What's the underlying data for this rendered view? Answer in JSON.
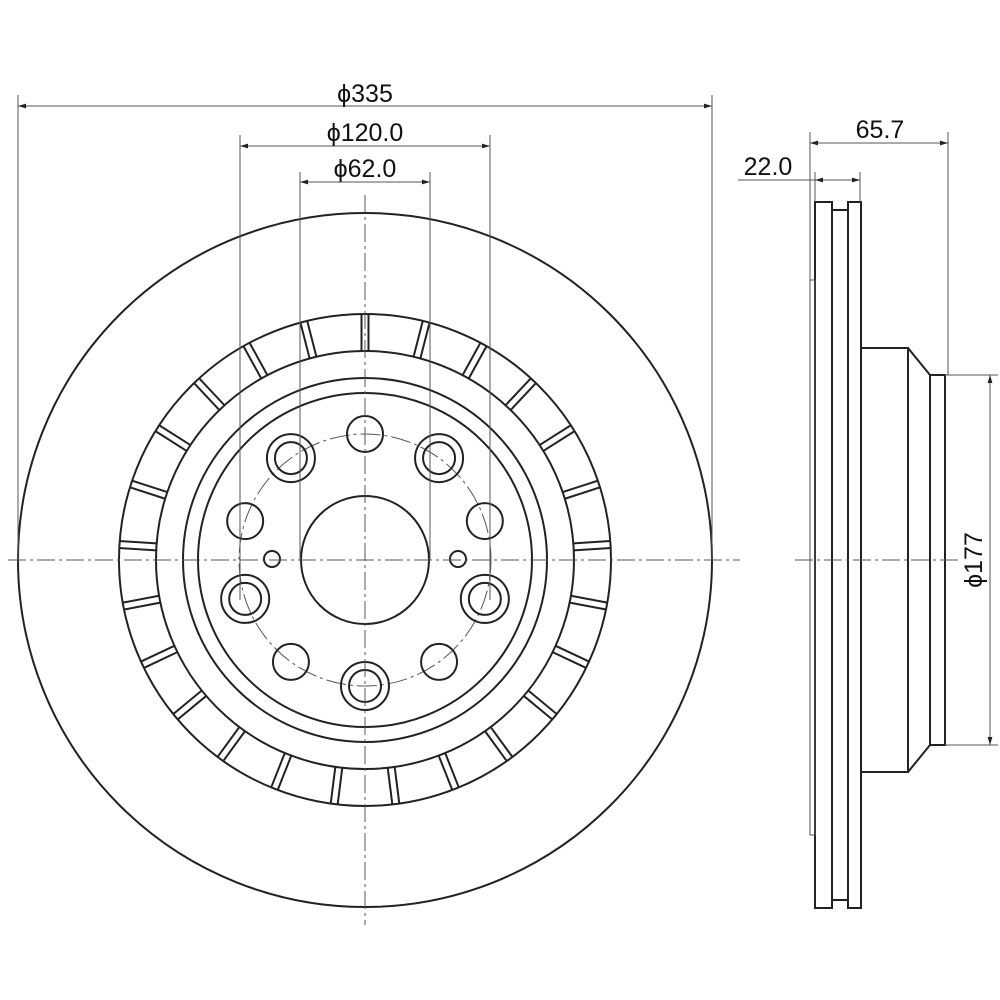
{
  "title": "Brake disc technical drawing",
  "dimensions": {
    "outer_diameter": "ϕ335",
    "bolt_circle": "ϕ120.0",
    "center_bore": "ϕ62.0",
    "total_height": "65.7",
    "disc_thickness": "22.0",
    "hub_diameter": "ϕ177"
  },
  "colors": {
    "line": "#222222",
    "thin": "#555555"
  },
  "bolt_pattern": {
    "positions": 10,
    "vanes": 25
  }
}
